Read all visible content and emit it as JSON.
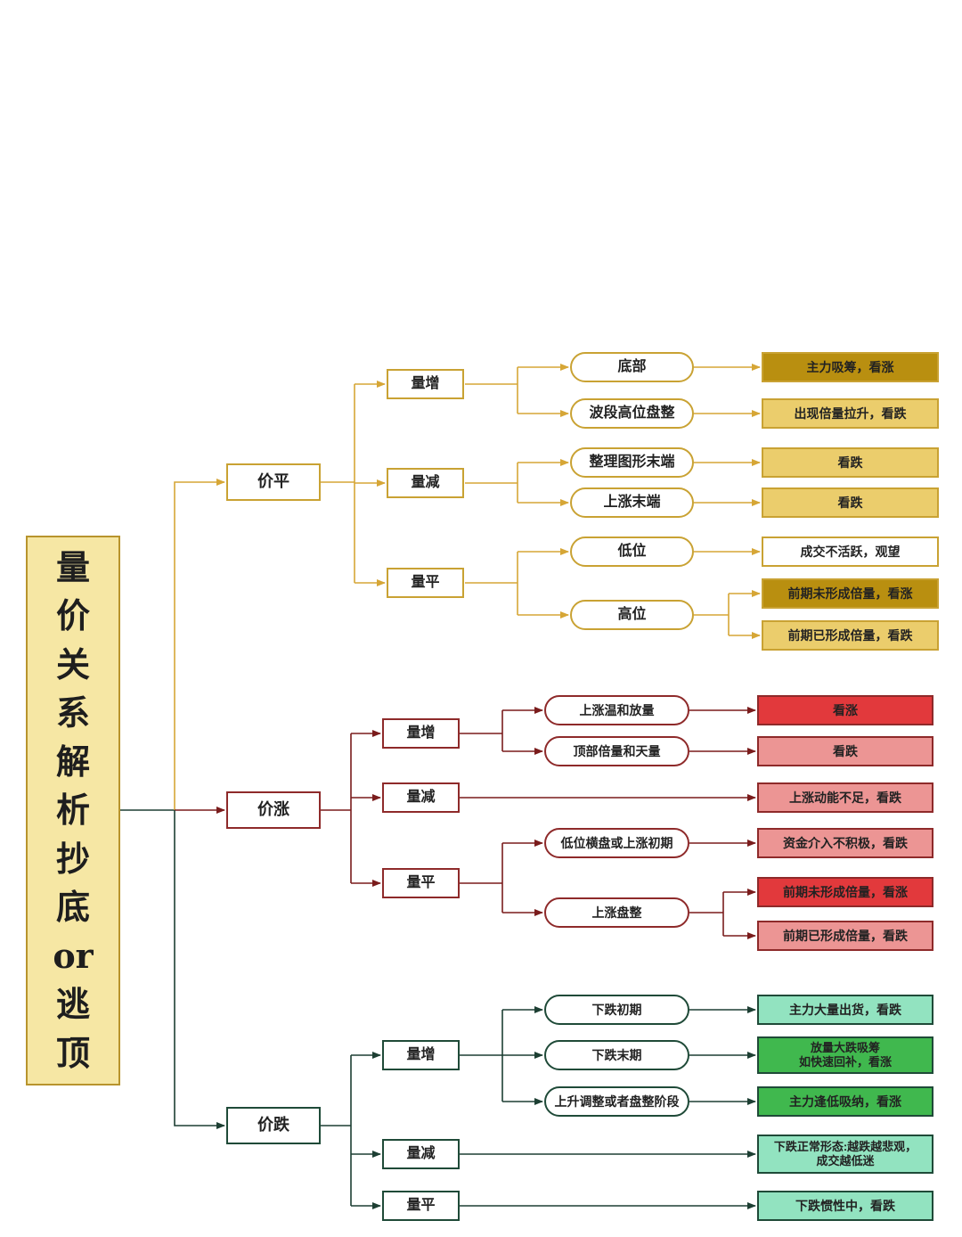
{
  "title": [
    "量",
    "价",
    "关",
    "系",
    "解",
    "析",
    "抄",
    "底",
    "or",
    "逃",
    "顶"
  ],
  "colors": {
    "gold_line": "#d6a636",
    "red_line": "#7a1c1c",
    "green_line": "#1d3f33",
    "title_bg": "#f6e7a4"
  },
  "groups": {
    "price_flat": {
      "label": "价平",
      "vol_up": {
        "label": "量增",
        "bottom": {
          "label": "底部",
          "result": "主力吸筹，看涨"
        },
        "high_consolidation": {
          "label": "波段高位盘整",
          "result": "出现倍量拉升，看跌"
        }
      },
      "vol_down": {
        "label": "量减",
        "pattern_end": {
          "label": "整理图形末端",
          "result": "看跌"
        },
        "rise_end": {
          "label": "上涨末端",
          "result": "看跌"
        }
      },
      "vol_flat": {
        "label": "量平",
        "low": {
          "label": "低位",
          "result": "成交不活跃，观望"
        },
        "high": {
          "label": "高位",
          "result_a": "前期未形成倍量，看涨",
          "result_b": "前期已形成倍量，看跌"
        }
      }
    },
    "price_up": {
      "label": "价涨",
      "vol_up": {
        "label": "量增",
        "mild": {
          "label": "上涨温和放量",
          "result": "看涨"
        },
        "top_huge": {
          "label": "顶部倍量和天量",
          "result": "看跌"
        }
      },
      "vol_down": {
        "label": "量减",
        "result": "上涨动能不足，看跌"
      },
      "vol_flat": {
        "label": "量平",
        "low_sideways": {
          "label": "低位横盘或上涨初期",
          "result": "资金介入不积极，看跌"
        },
        "rise_consolidation": {
          "label": "上涨盘整",
          "result_a": "前期未形成倍量，看涨",
          "result_b": "前期已形成倍量，看跌"
        }
      }
    },
    "price_down": {
      "label": "价跌",
      "vol_up": {
        "label": "量增",
        "fall_start": {
          "label": "下跌初期",
          "result": "主力大量出货，看跌"
        },
        "fall_end": {
          "label": "下跌末期",
          "result_line1": "放量大跌吸筹",
          "result_line2": "如快速回补，看涨"
        },
        "rise_adjust": {
          "label": "上升调整或者盘整阶段",
          "result": "主力逢低吸纳，看涨"
        }
      },
      "vol_down": {
        "label": "量减",
        "result_line1": "下跌正常形态:越跌越悲观，",
        "result_line2": "成交越低迷"
      },
      "vol_flat": {
        "label": "量平",
        "result": "下跌惯性中，看跌"
      }
    }
  }
}
